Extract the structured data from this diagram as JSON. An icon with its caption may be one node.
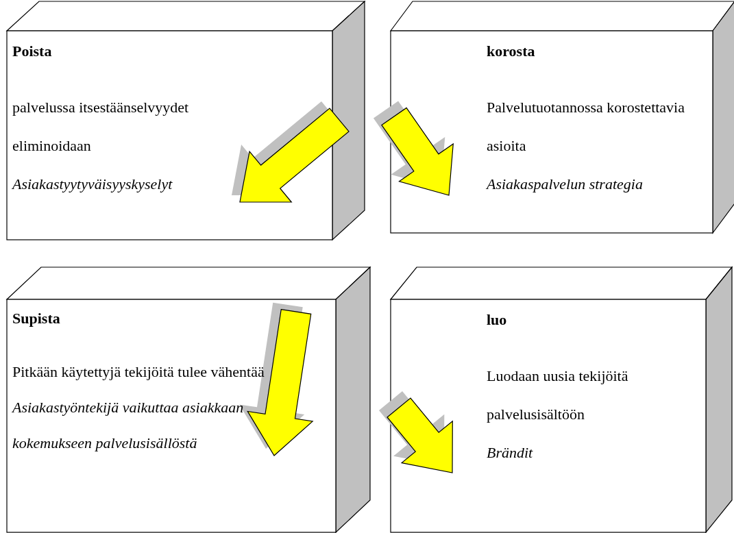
{
  "diagram": {
    "nodes": [
      {
        "text": [
          "Poista",
          "palvelussa itsestäänselvyydet eliminoidaan",
          "Asiakastyytyväisyyskyselyt"
        ]
      },
      {
        "text": [
          "korosta",
          "Palvelutuotannossa korostettavia asioita",
          "Asiakaspalvelun strategia"
        ]
      },
      {
        "text": [
          "Supista",
          "Pitkään käytettyjä tekijöitä tulee vähentää",
          "Asiakastyöntekijä vaikuttaa asiakkaan",
          "kokemukseen palvelusisällöstä"
        ]
      },
      {
        "text": [
          "luo",
          "Luodaan uusia tekijöitä palvelusisältöön",
          "Brändit"
        ]
      }
    ]
  }
}
